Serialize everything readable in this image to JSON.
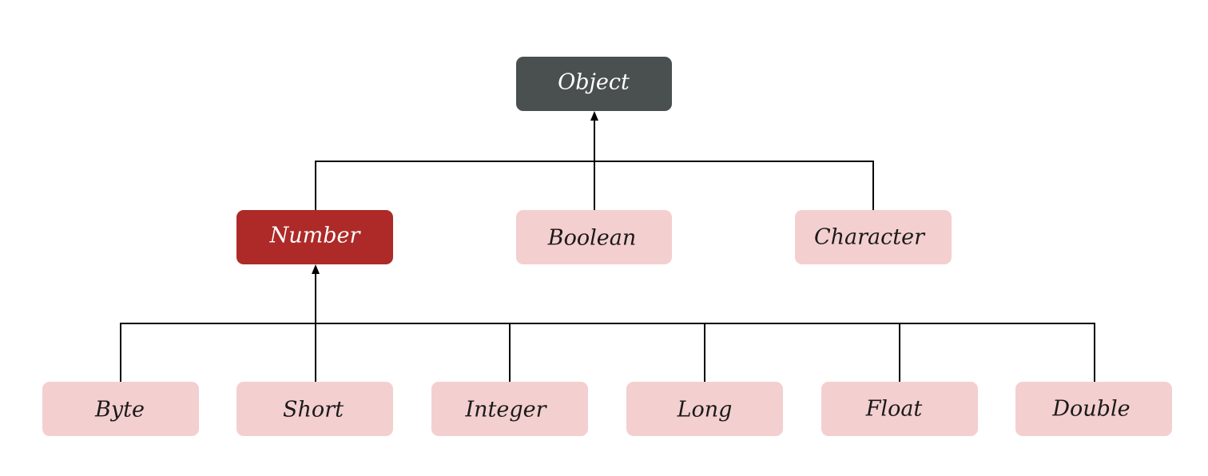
{
  "colors": {
    "root_fill": "#4a5050",
    "root_text": "#ffffff",
    "highlight_fill": "#ad2a28",
    "highlight_text": "#ffffff",
    "leaf_fill": "#f4cfcf",
    "leaf_text": "#1a1a1a",
    "connector": "#000000"
  },
  "nodes": {
    "object": "Object",
    "number": "Number",
    "boolean": "Boolean",
    "character": "Character",
    "byte": "Byte",
    "short": "Short",
    "integer": "Integer",
    "long": "Long",
    "float": "Float",
    "double": "Double"
  }
}
